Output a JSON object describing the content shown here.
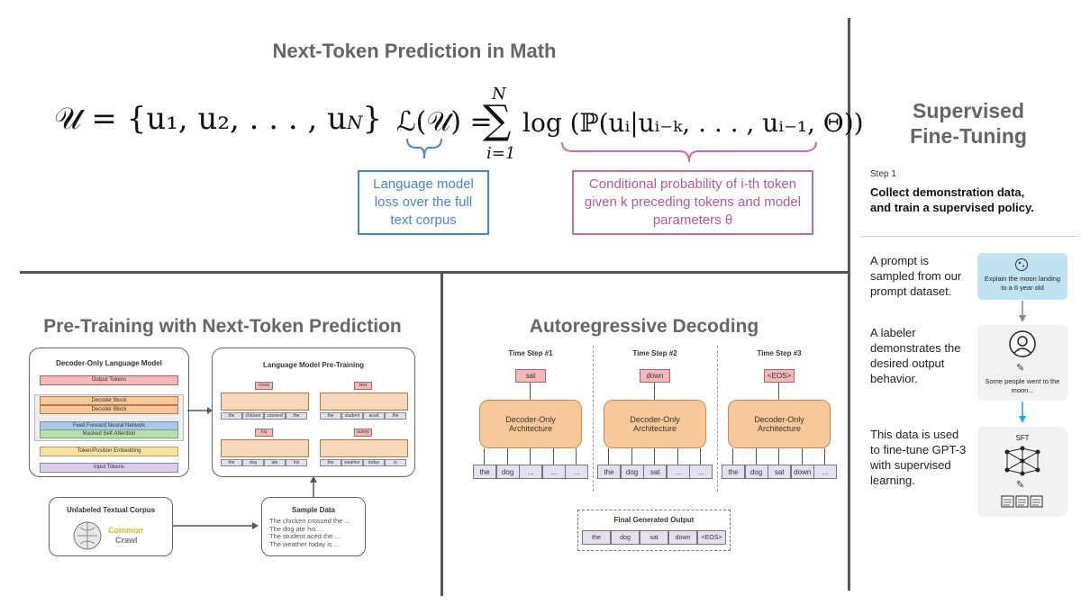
{
  "math": {
    "title": "Next-Token Prediction in Math",
    "set_def": "𝒰 = {u₁, u₂, . . . , u",
    "set_sub": "N",
    "set_end": "}",
    "loss_lhs": "ℒ(𝒰) =",
    "sum_top": "N",
    "sum_sym": "∑",
    "sum_bottom": "i=1",
    "loss_rhs": "log (ℙ(uᵢ|uᵢ₋ₖ, . . . , uᵢ₋₁, Θ))",
    "callout_left": "Language model loss over the full text corpus",
    "callout_right": "Conditional probability of i-th token given k preceding tokens and model parameters θ"
  },
  "pretrain": {
    "title": "Pre-Training with Next-Token Prediction",
    "decoder_title": "Decoder-Only Language Model",
    "output_tokens": "Output Tokens",
    "decoder_block_1": "Decoder Block",
    "decoder_block_2": "Decoder Block",
    "ffn": "Feed Forward Neural Network",
    "msa": "Masked Self-Attention",
    "embedding": "Token/Position Embedding",
    "input_tokens": "Input Tokens",
    "lm_title": "Language Model Pre-Training",
    "mini_panels": [
      {
        "out": "cross",
        "tokens": [
          "the",
          "chicken",
          "crossed",
          "the"
        ]
      },
      {
        "out": "test",
        "tokens": [
          "the",
          "student",
          "aced",
          "the"
        ]
      },
      {
        "out": "his",
        "tokens": [
          "the",
          "dog",
          "ate",
          "his"
        ]
      },
      {
        "out": "sunny",
        "tokens": [
          "the",
          "weather",
          "today",
          "is"
        ]
      }
    ],
    "corpus_title": "Unlabeled Textual Corpus",
    "common": "Common",
    "crawl": "Crawl",
    "sample_title": "Sample Data",
    "samples": [
      "The chicken crossed the ...",
      "The dog ate his ...",
      "The student aced the ...",
      "The weather today is ..."
    ]
  },
  "decoding": {
    "title": "Autoregressive Decoding",
    "steps": [
      {
        "label": "Time Step #1",
        "out": "sat",
        "arch": "Decoder-Only Architecture",
        "tokens": [
          "the",
          "dog",
          "...",
          "...",
          "..."
        ]
      },
      {
        "label": "Time Step #2",
        "out": "down",
        "arch": "Decoder-Only Architecture",
        "tokens": [
          "the",
          "dog",
          "sat",
          "...",
          "..."
        ]
      },
      {
        "label": "Time Step #3",
        "out": "<EOS>",
        "arch": "Decoder-Only Architecture",
        "tokens": [
          "the",
          "dog",
          "sat",
          "down",
          "..."
        ]
      }
    ],
    "final_title": "Final Generated Output",
    "final_tokens": [
      "the",
      "dog",
      "sat",
      "down",
      "<EOS>"
    ]
  },
  "sft": {
    "title_1": "Supervised",
    "title_2": "Fine-Tuning",
    "step": "Step 1",
    "headline": "Collect demonstration data, and train a supervised policy.",
    "desc_1": "A prompt is sampled from our prompt dataset.",
    "desc_2": "A labeler demonstrates the desired output behavior.",
    "desc_3": "This data is used to fine-tune GPT-3 with supervised learning.",
    "prompt_card": "Explain the moon landing to a 6 year old",
    "labeler_card": "Some people went to the moon...",
    "sft_label": "SFT"
  }
}
